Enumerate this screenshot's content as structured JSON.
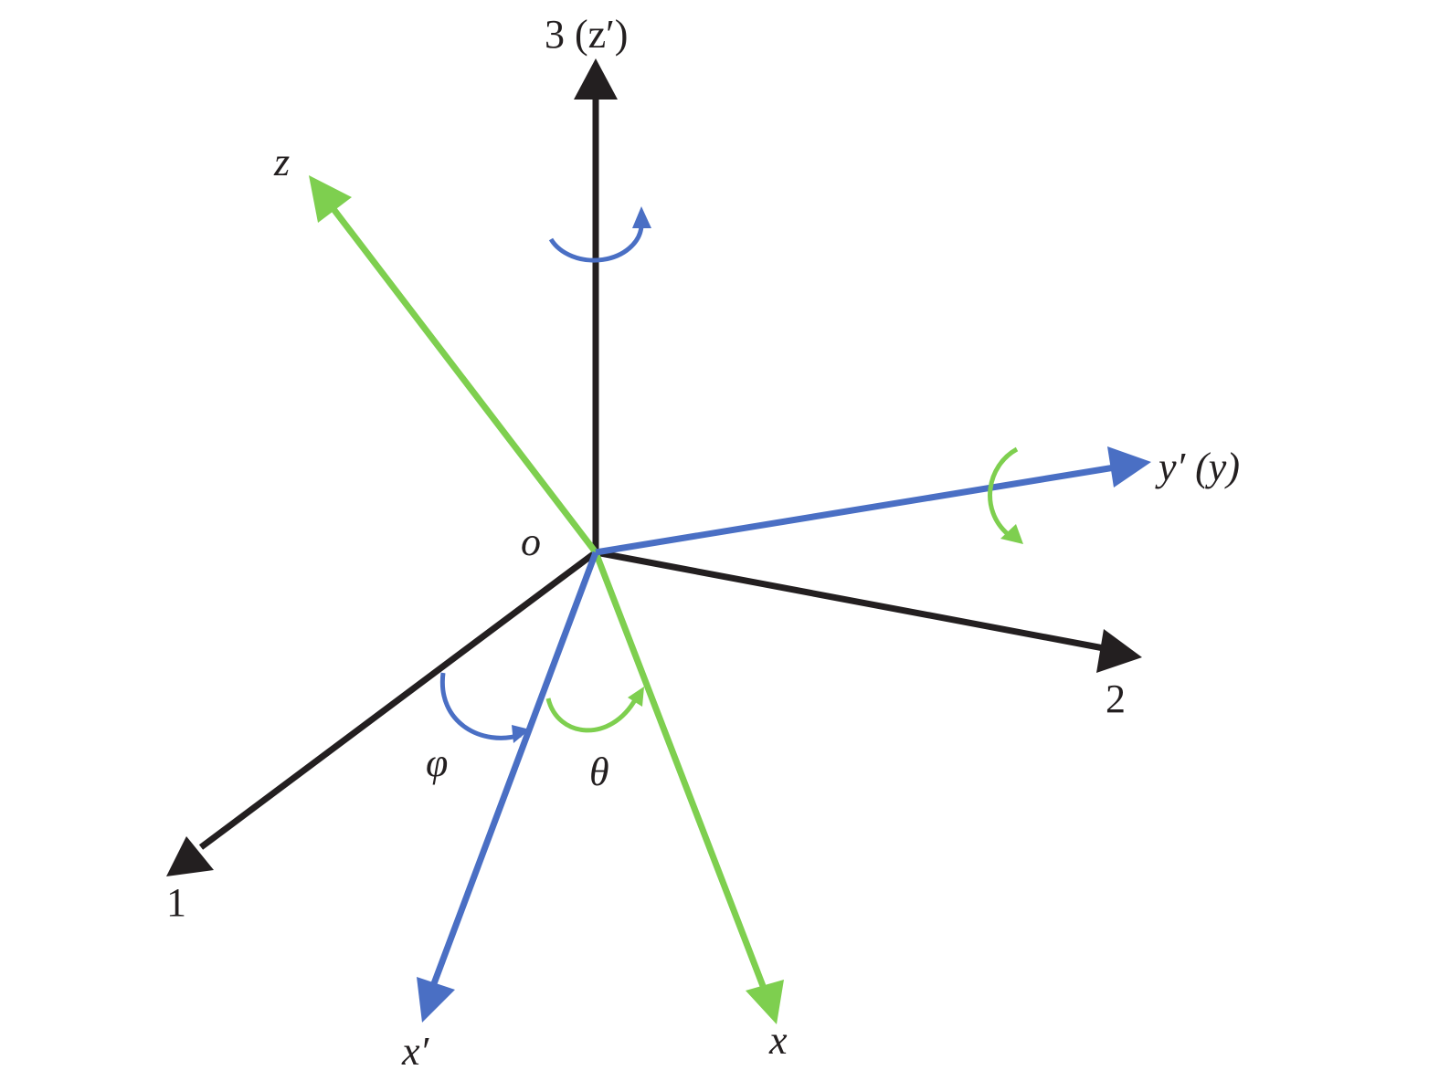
{
  "colors": {
    "fixed_frame": "#231f20",
    "intermediate_frame": "#4a6fc4",
    "rotated_frame": "#7ecf4f",
    "background": "#ffffff"
  },
  "labels": {
    "axis_3": "3 (z′)",
    "axis_1": "1",
    "axis_2": "2",
    "axis_z": "z",
    "axis_x": "x",
    "axis_x_prime": "x′",
    "axis_y_prime": "y′ (y)",
    "origin": "o",
    "angle_phi": "φ",
    "angle_theta": "θ"
  },
  "rotation_indicators": [
    {
      "name": "rotation-about-3-axis",
      "color": "intermediate"
    },
    {
      "name": "rotation-about-y-prime-axis",
      "color": "rotated"
    },
    {
      "name": "angle-phi-arc",
      "color": "intermediate"
    },
    {
      "name": "angle-theta-arc",
      "color": "rotated"
    }
  ]
}
